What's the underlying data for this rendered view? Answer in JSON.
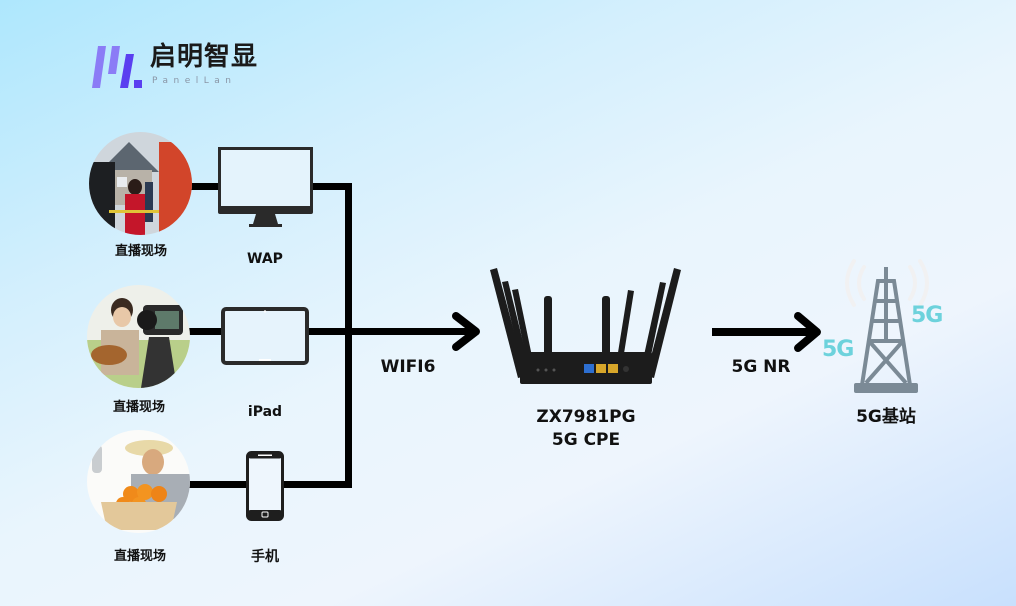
{
  "brand": {
    "name_cn": "启明智显",
    "name_en": "PanelLan",
    "accent_colors": [
      "#5a3ff0",
      "#8b7cf6"
    ]
  },
  "sources": [
    {
      "scene_label": "直播现场",
      "device_label": "WAP",
      "device_icon": "monitor-icon",
      "scene_theme": "news-reporter"
    },
    {
      "scene_label": "直播现场",
      "device_label": "iPad",
      "device_icon": "tablet-icon",
      "scene_theme": "musician-camera"
    },
    {
      "scene_label": "直播现场",
      "device_label": "手机",
      "device_icon": "smartphone-icon",
      "scene_theme": "farmer-oranges"
    }
  ],
  "links": {
    "wifi_label": "WIFI6",
    "nr_label": "5G NR"
  },
  "router": {
    "model": "ZX7981PG",
    "type": "5G CPE",
    "icon": "router-icon"
  },
  "base_station": {
    "label": "5G基站",
    "badge_left": "5G",
    "badge_right": "5G",
    "icon": "cell-tower-icon",
    "badge_color": "#6dd2dc",
    "tower_color": "#7b8a96"
  }
}
